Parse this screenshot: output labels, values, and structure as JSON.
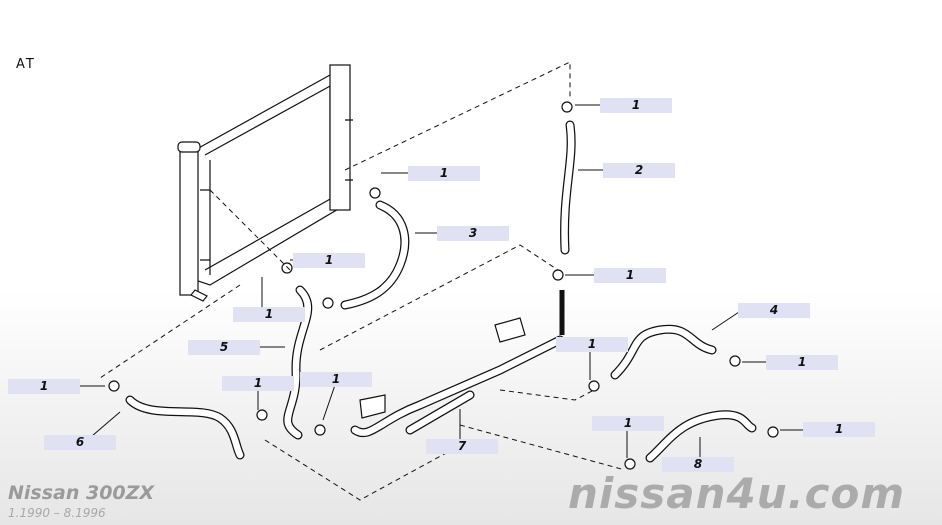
{
  "header": {
    "variant": "AT"
  },
  "callouts": [
    "1",
    "2",
    "1",
    "3",
    "1",
    "1",
    "5",
    "1",
    "4",
    "1",
    "1",
    "1",
    "1",
    "1",
    "6",
    "7",
    "1",
    "8",
    "1"
  ],
  "footer": {
    "model": "Nissan 300ZX",
    "production": "1.1990 – 8.1996",
    "site": "nissan4u.com"
  }
}
